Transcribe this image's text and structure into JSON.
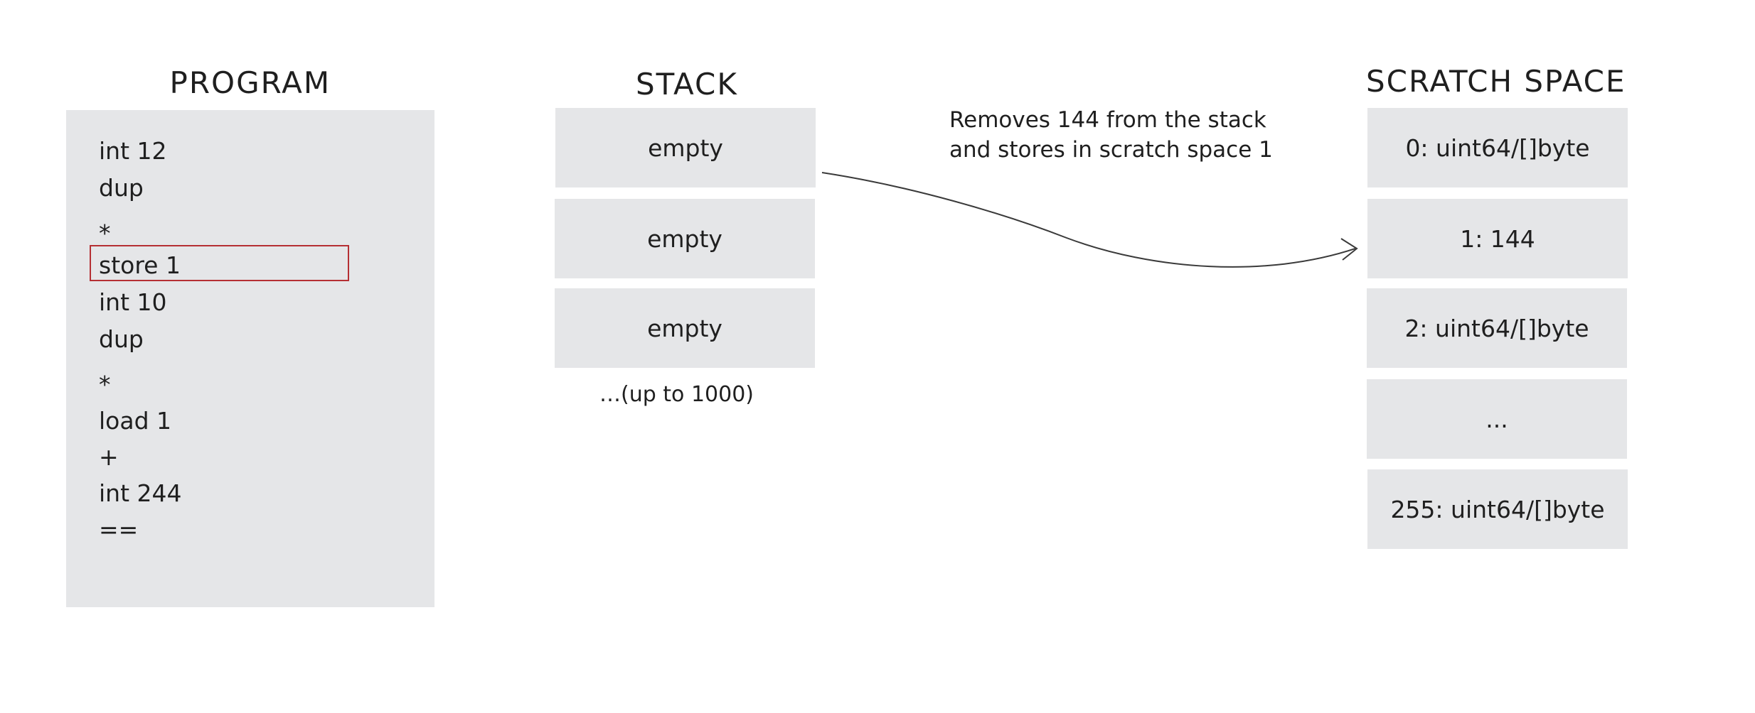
{
  "headings": {
    "program": "PROGRAM",
    "stack": "STACK",
    "scratch": "SCRATCH SPACE"
  },
  "program": {
    "lines": [
      "int 12",
      "dup",
      "*",
      "store 1",
      "int 10",
      "dup",
      "*",
      "load 1",
      "+",
      "int 244",
      "=="
    ],
    "highlighted_line": "store 1"
  },
  "stack": {
    "cells": [
      "empty",
      "empty",
      "empty"
    ],
    "note": "…(up to 1000)"
  },
  "annotation": {
    "line1": "Removes 144 from the stack",
    "line2": "and stores in scratch space 1"
  },
  "scratch": {
    "cells": [
      "0: uint64/[]byte",
      "1: 144",
      "2: uint64/[]byte",
      "...",
      "255: uint64/[]byte"
    ]
  },
  "colors": {
    "panel": "#e5e6e8",
    "highlight": "#b52f33",
    "text": "#1f1f1f"
  }
}
